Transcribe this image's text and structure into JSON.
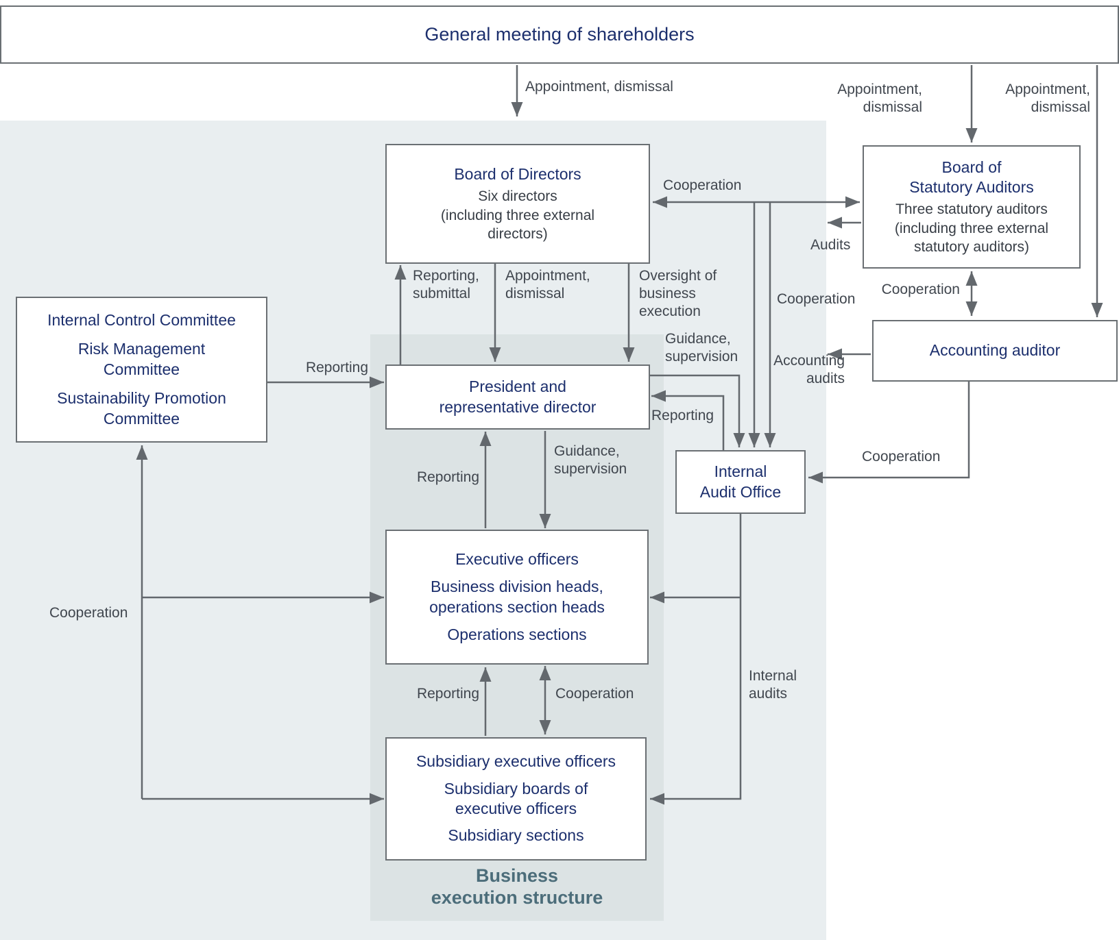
{
  "colors": {
    "navy": "#1c2f6d",
    "label_gray": "#40464e",
    "line_gray": "#63686d",
    "outer_panel": "#e9eef0",
    "inner_panel": "#dce3e4",
    "caption_teal": "#4c6d7a"
  },
  "nodes": {
    "shareholders": {
      "title": "General meeting of shareholders"
    },
    "board_of_directors": {
      "title": "Board of Directors",
      "subtitle": "Six directors\n(including three external\ndirectors)"
    },
    "statutory_auditors": {
      "title": "Board of\nStatutory Auditors",
      "subtitle": "Three statutory auditors\n(including three external\nstatutory auditors)"
    },
    "accounting_auditor": {
      "title": "Accounting auditor"
    },
    "committees": {
      "item1": "Internal Control Committee",
      "item2": "Risk Management\nCommittee",
      "item3": "Sustainability Promotion\nCommittee"
    },
    "president": {
      "title": "President and\nrepresentative director"
    },
    "internal_audit_office": {
      "title": "Internal\nAudit Office"
    },
    "executive_officers": {
      "line1": "Executive officers",
      "line2": "Business division heads,\noperations section heads",
      "line3": "Operations sections"
    },
    "subsidiaries": {
      "line1": "Subsidiary executive officers",
      "line2": "Subsidiary boards of\nexecutive officers",
      "line3": "Subsidiary sections"
    },
    "caption": "Business\nexecution structure"
  },
  "labels": {
    "appointment_dismissal_top": "Appointment, dismissal",
    "appointment_dismissal_statutory": "Appointment,\ndismissal",
    "appointment_dismissal_accounting": "Appointment,\ndismissal",
    "cooperation_bod_iao": "Cooperation",
    "cooperation_iao_statutory": "Cooperation",
    "audits": "Audits",
    "cooperation_statutory_accounting": "Cooperation",
    "accounting_audits": "Accounting\naudits",
    "cooperation_accounting_iao": "Cooperation",
    "reporting_submittal": "Reporting,\nsubmittal",
    "appointment_dismissal_president": "Appointment,\ndismissal",
    "oversight": "Oversight of\nbusiness\nexecution",
    "reporting_committee": "Reporting",
    "guidance_supervision_iao": "Guidance,\nsupervision",
    "reporting_iao_president": "Reporting",
    "reporting_exec_president": "Reporting",
    "guidance_supervision_exec": "Guidance,\nsupervision",
    "cooperation_committees": "Cooperation",
    "reporting_subsidiary_exec": "Reporting",
    "cooperation_exec_subsidiary": "Cooperation",
    "internal_audits": "Internal\naudits"
  }
}
